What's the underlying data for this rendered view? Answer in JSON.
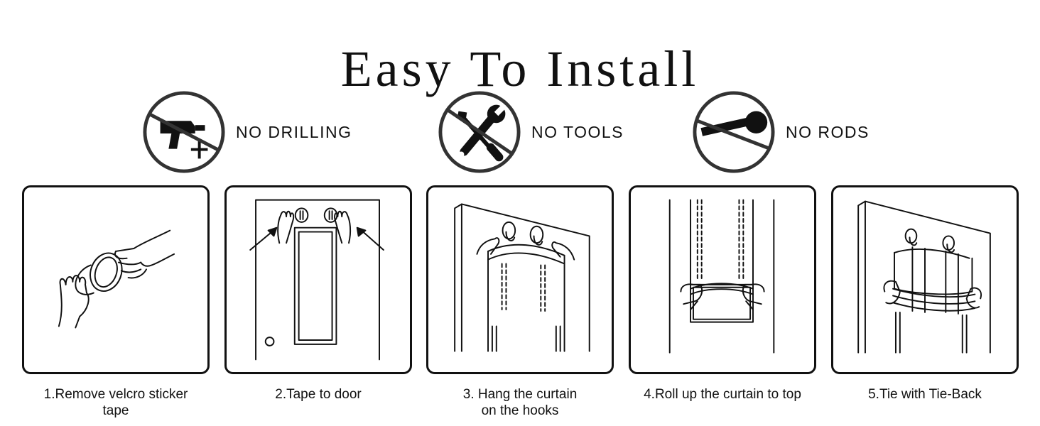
{
  "title": "Easy To Install",
  "features": [
    {
      "label": "NO DRILLING",
      "icon": "no-drill-icon"
    },
    {
      "label": "NO TOOLS",
      "icon": "no-tools-icon"
    },
    {
      "label": "NO RODS",
      "icon": "no-rods-icon"
    }
  ],
  "steps": [
    {
      "line1": "1.Remove velcro sticker",
      "line2": "tape"
    },
    {
      "line1": "2.Tape to door",
      "line2": ""
    },
    {
      "line1": "3. Hang the curtain",
      "line2": "on the hooks"
    },
    {
      "line1": "4.Roll up the curtain to top",
      "line2": ""
    },
    {
      "line1": "5.Tie with Tie-Back",
      "line2": ""
    }
  ],
  "colors": {
    "ink": "#111111",
    "background": "#ffffff"
  }
}
